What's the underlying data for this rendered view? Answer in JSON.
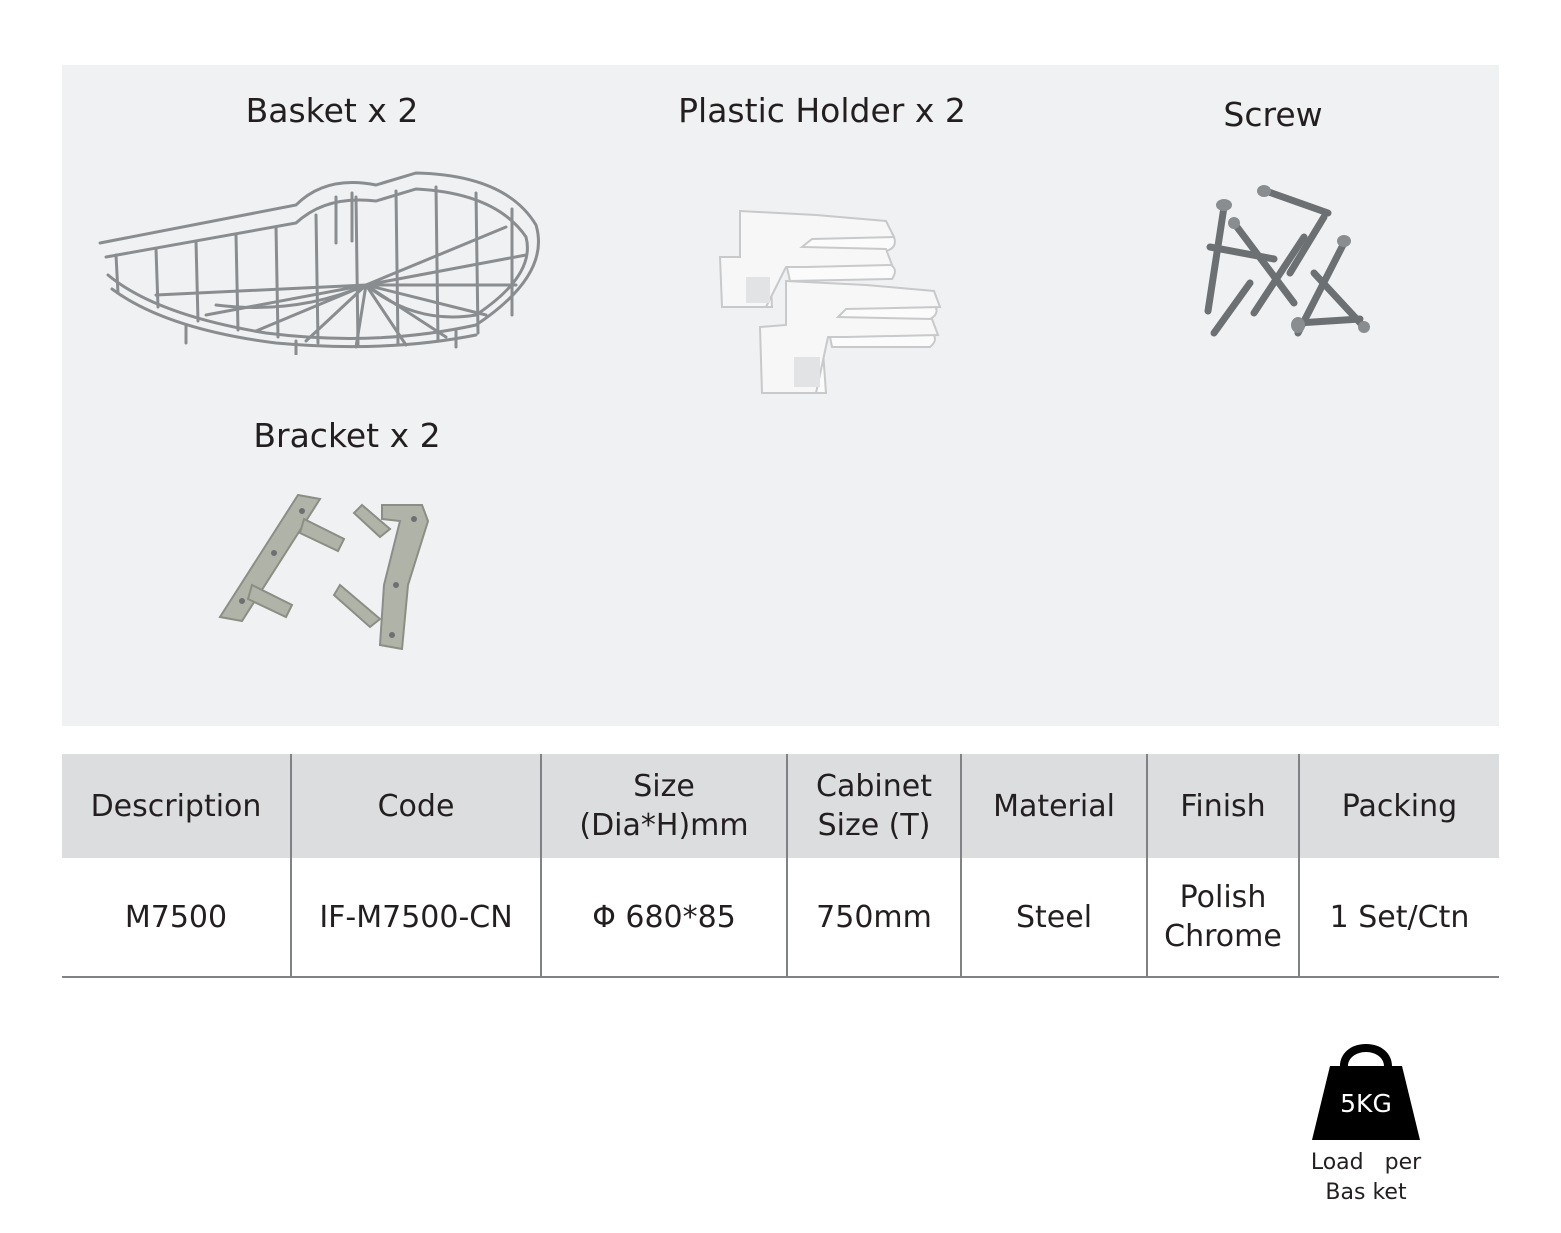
{
  "parts": {
    "basket": {
      "label": "Basket x 2"
    },
    "plastic_holder": {
      "label": "Plastic Holder x 2"
    },
    "screw": {
      "label": "Screw"
    },
    "bracket": {
      "label": "Bracket x 2"
    }
  },
  "table": {
    "headers": {
      "description": "Description",
      "code": "Code",
      "size": "Size\n(Dia*H)mm",
      "cabinet_size": "Cabinet\nSize (T)",
      "material": "Material",
      "finish": "Finish",
      "packing": "Packing"
    },
    "rows": [
      {
        "description": "M7500",
        "code": "IF-M7500-CN",
        "size": "Φ 680*85",
        "cabinet_size": "750mm",
        "material": "Steel",
        "finish": "Polish\nChrome",
        "packing": "1 Set/Ctn"
      }
    ]
  },
  "load": {
    "weight": "5KG",
    "label": "Load   per\nBas ket"
  },
  "colors": {
    "panel_bg": "#f0f1f2",
    "header_bg": "#dcdddf",
    "weight_icon": "#000000",
    "text": "#231f20"
  }
}
